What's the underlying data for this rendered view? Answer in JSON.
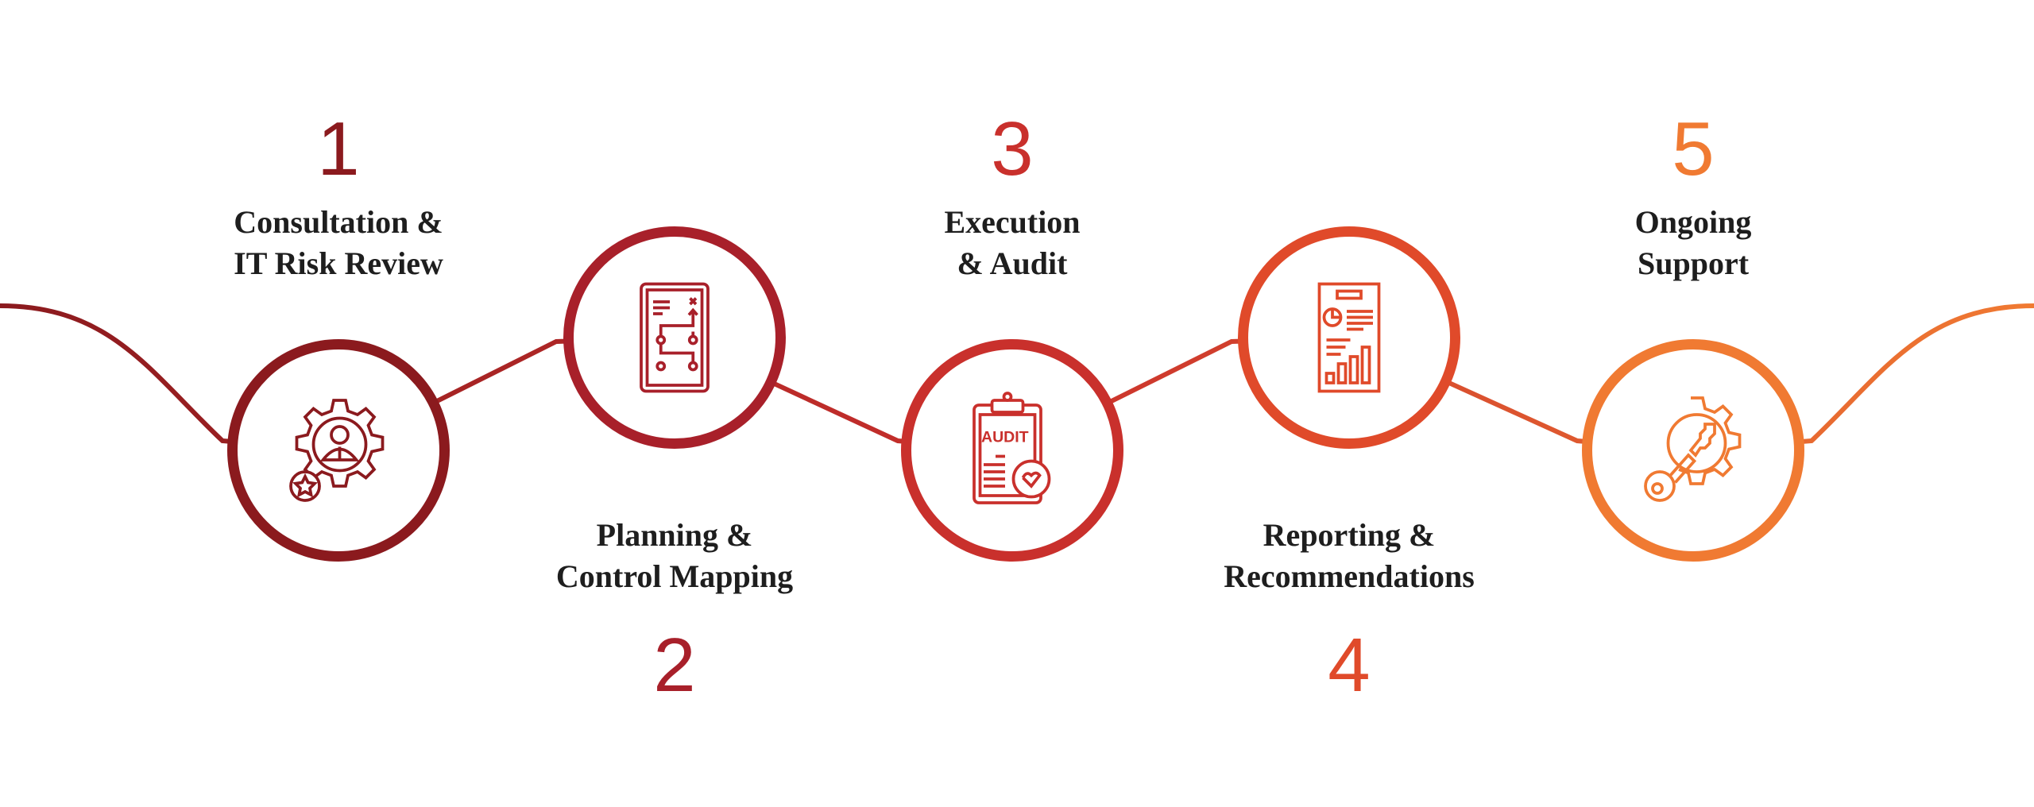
{
  "steps": [
    {
      "number": "1",
      "title_line1": "Consultation &",
      "title_line2": "IT Risk Review",
      "color": "#8B1A1E",
      "icon": "gear-person-star-icon"
    },
    {
      "number": "2",
      "title_line1": "Planning &",
      "title_line2": "Control Mapping",
      "color": "#A8202A",
      "icon": "strategy-board-icon"
    },
    {
      "number": "3",
      "title_line1": "Execution",
      "title_line2": "& Audit",
      "color": "#C9302C",
      "icon": "audit-clipboard-icon",
      "icon_text": "AUDIT"
    },
    {
      "number": "4",
      "title_line1": "Reporting &",
      "title_line2": "Recommendations",
      "color": "#E04A2A",
      "icon": "report-chart-icon"
    },
    {
      "number": "5",
      "title_line1": "Ongoing",
      "title_line2": "Support",
      "color": "#F07A32",
      "icon": "gear-wrench-icon"
    }
  ]
}
